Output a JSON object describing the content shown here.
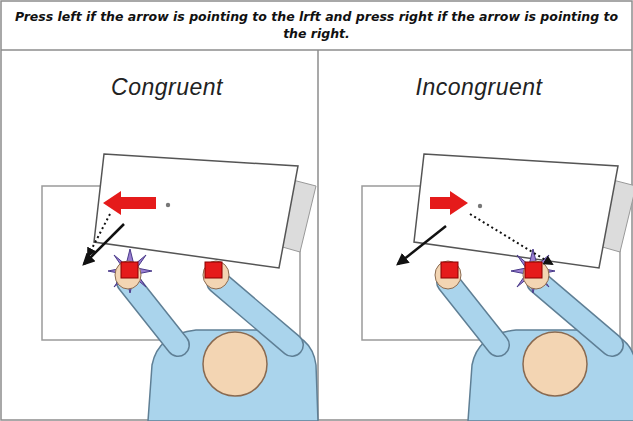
{
  "diagram": {
    "title": "Press left if the arrow is pointing to the lrft and press right if the arrow is pointing to the right.",
    "nodes": [
      {
        "text": [
          "Congruent"
        ]
      },
      {
        "text": [
          "Incongruent"
        ]
      }
    ]
  }
}
